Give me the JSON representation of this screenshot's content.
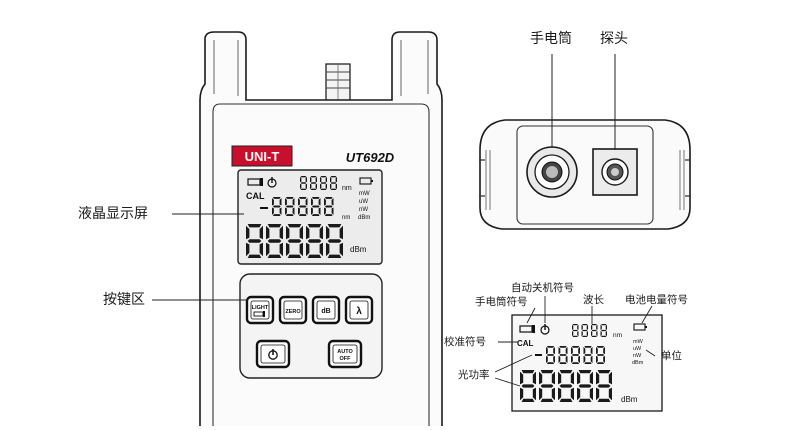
{
  "device": {
    "brand": "UNI-T",
    "model": "UT692D",
    "units": {
      "nm": "nm",
      "mW": "mW",
      "uW": "uW",
      "nW": "nW",
      "dBm": "dBm"
    },
    "cal": "CAL",
    "buttons": {
      "light_top": "LIGHT",
      "zero": "ZERO",
      "db": "dB",
      "lambda": "λ",
      "auto_top": "AUTO",
      "auto_bottom": "OFF"
    }
  },
  "annotations": {
    "lcd_label": "液晶显示屏",
    "keys_label": "按键区",
    "flashlight_label": "手电筒",
    "probe_label": "探头"
  },
  "detail": {
    "flashlight_symbol": "手电筒符号",
    "auto_off_symbol": "自动关机符号",
    "wavelength": "波长",
    "battery_symbol": "电池电量符号",
    "calibration_symbol": "校准符号",
    "unit": "单位",
    "optical_power": "光功率",
    "units": {
      "nm": "nm",
      "mW": "mW",
      "uW": "uW",
      "nW": "nW",
      "dBm": "dBm"
    },
    "cal": "CAL"
  },
  "colors": {
    "brand_red": "#c8102e",
    "lcd_bg": "#ececec",
    "stroke": "#222222"
  }
}
